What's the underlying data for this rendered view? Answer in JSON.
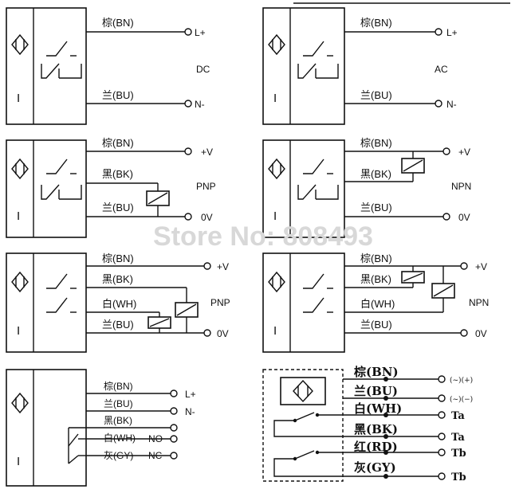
{
  "watermark": "Store No: 808493",
  "sensor_mark": "I",
  "wire_labels": {
    "bn": "棕(BN)",
    "bu": "兰(BU)",
    "bk": "黑(BK)",
    "wh": "白(WH)",
    "gy": "灰(GY)",
    "rd": "红(RD)"
  },
  "terminal_labels": {
    "l_plus": "L+",
    "n_minus": "N-",
    "plus_v": "+V",
    "zero_v": "0V",
    "no": "NO",
    "nc": "NC",
    "ac_plus": "(~)(+)",
    "ac_minus": "(~)(−)",
    "ta": "Ta",
    "tb": "Tb"
  },
  "supply_types": {
    "dc": "DC",
    "ac": "AC",
    "pnp": "PNP",
    "npn": "NPN"
  }
}
